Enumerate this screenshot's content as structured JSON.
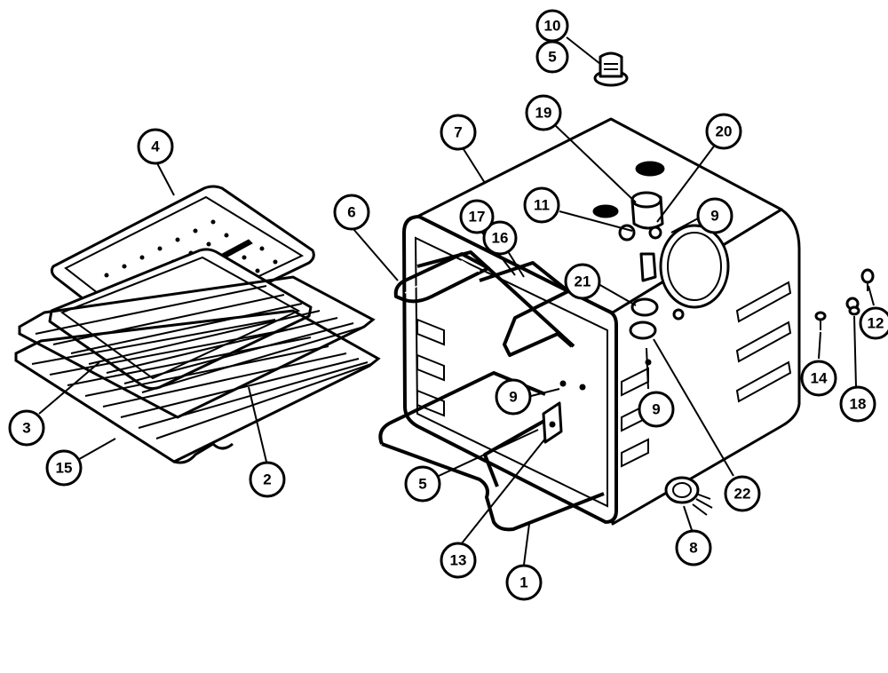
{
  "callouts": {
    "c1": "1",
    "c2": "2",
    "c3": "3",
    "c4": "4",
    "c5a": "5",
    "c5b": "5",
    "c6": "6",
    "c7": "7",
    "c8": "8",
    "c9a": "9",
    "c9b": "9",
    "c9c": "9",
    "c10": "10",
    "c11": "11",
    "c12": "12",
    "c13": "13",
    "c14": "14",
    "c15": "15",
    "c16": "16",
    "c17": "17",
    "c18": "18",
    "c19": "19",
    "c20": "20",
    "c21": "21",
    "c22": "22"
  }
}
